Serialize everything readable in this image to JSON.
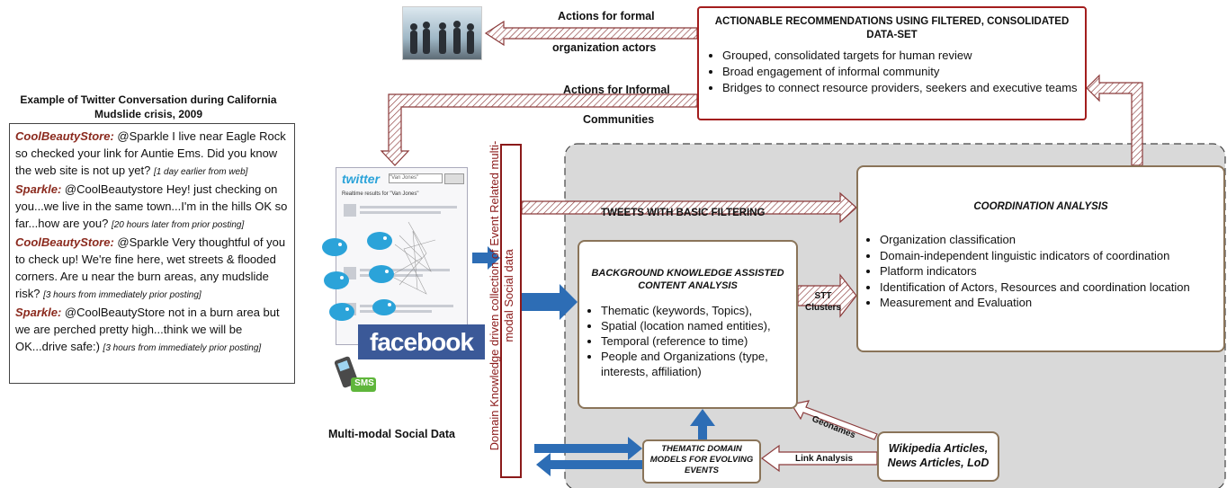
{
  "conversation": {
    "title": "Example of Twitter Conversation during California Mudslide crisis, 2009",
    "messages": [
      {
        "speaker": "CoolBeautyStore:",
        "text": " @Sparkle I live near Eagle Rock so checked your link for Auntie Ems. Did you know the web site is not up yet? ",
        "meta": "[1 day earlier from web]"
      },
      {
        "speaker": "Sparkle:",
        "text": " @CoolBeautystore Hey! just checking on you...we live in the same town...I'm in the hills OK so far...how are you? ",
        "meta": "[20 hours later from prior posting]"
      },
      {
        "speaker": "CoolBeautyStore:",
        "text": " @Sparkle Very thoughtful of you to check up! We're fine here, wet streets & flooded corners. Are u near the burn areas, any mudslide risk? ",
        "meta": "[3 hours from immediately prior posting]"
      },
      {
        "speaker": "Sparkle:",
        "text": " @CoolBeautyStore not in a burn area but we are perched pretty high...think we will be OK...drive safe:) ",
        "meta": "[3 hours from immediately prior posting]"
      }
    ]
  },
  "recommendations": {
    "title": "ACTIONABLE RECOMMENDATIONS USING FILTERED, CONSOLIDATED DATA-SET",
    "items": [
      "Grouped, consolidated targets for human review",
      "Broad engagement of informal community",
      "Bridges to connect resource providers, seekers and executive teams"
    ]
  },
  "coordination": {
    "title": "COORDINATION ANALYSIS",
    "items": [
      "Organization classification",
      "Domain-independent linguistic indicators of coordination",
      "Platform indicators",
      "Identification of Actors, Resources and coordination location",
      "Measurement and Evaluation"
    ]
  },
  "background": {
    "title": "BACKGROUND KNOWLEDGE ASSISTED CONTENT ANALYSIS",
    "items": [
      "Thematic  (keywords, Topics),",
      "Spatial (location named entities),",
      "Temporal (reference to time)",
      "People and Organizations (type, interests, affiliation)"
    ]
  },
  "thematic_models": "THEMATIC DOMAIN MODELS FOR EVOLVING EVENTS",
  "knowledge_sources": "Wikipedia Articles, News Articles,  LoD",
  "vertical_label": "Domain Knowledge driven collection of Event Related multi-modal Social data",
  "labels": {
    "formal_1": "Actions for formal",
    "formal_2": "organization actors",
    "informal_1": "Actions for Informal",
    "informal_2": "Communities",
    "tweets": "TWEETS WITH BASIC FILTERING",
    "stt": "STT Clusters",
    "geonames": "Geonames",
    "link_analysis": "Link Analysis",
    "social_data": "Multi-modal Social Data"
  },
  "media": {
    "twitter_logo": "twitter",
    "twitter_search": "\"Van Jones\"",
    "twitter_header": "Realtime results for \"Van Jones\"",
    "facebook_logo": "facebook",
    "sms": "SMS"
  },
  "colors": {
    "box_red": "#a31d1d",
    "box_brown": "#8a7459",
    "speaker": "#8b2a1e",
    "blue_arrow": "#2d6db5",
    "region": "#d9d9d9"
  }
}
